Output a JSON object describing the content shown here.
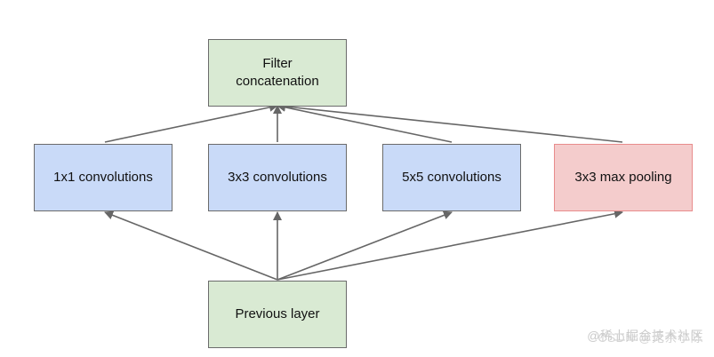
{
  "nodes": {
    "filter_concat": "Filter\nconcatenation",
    "conv1x1": "1x1 convolutions",
    "conv3x3": "3x3 convolutions",
    "conv5x5": "5x5 convolutions",
    "maxpool": "3x3 max pooling",
    "previous": "Previous layer"
  },
  "watermark": {
    "line1": "@稀土掘金技术社区",
    "line2": "CSDN @无奈小陈"
  },
  "colors": {
    "green": "#d9ead3",
    "blue": "#c9daf8",
    "red": "#f4cccc",
    "arrow": "#666666"
  }
}
